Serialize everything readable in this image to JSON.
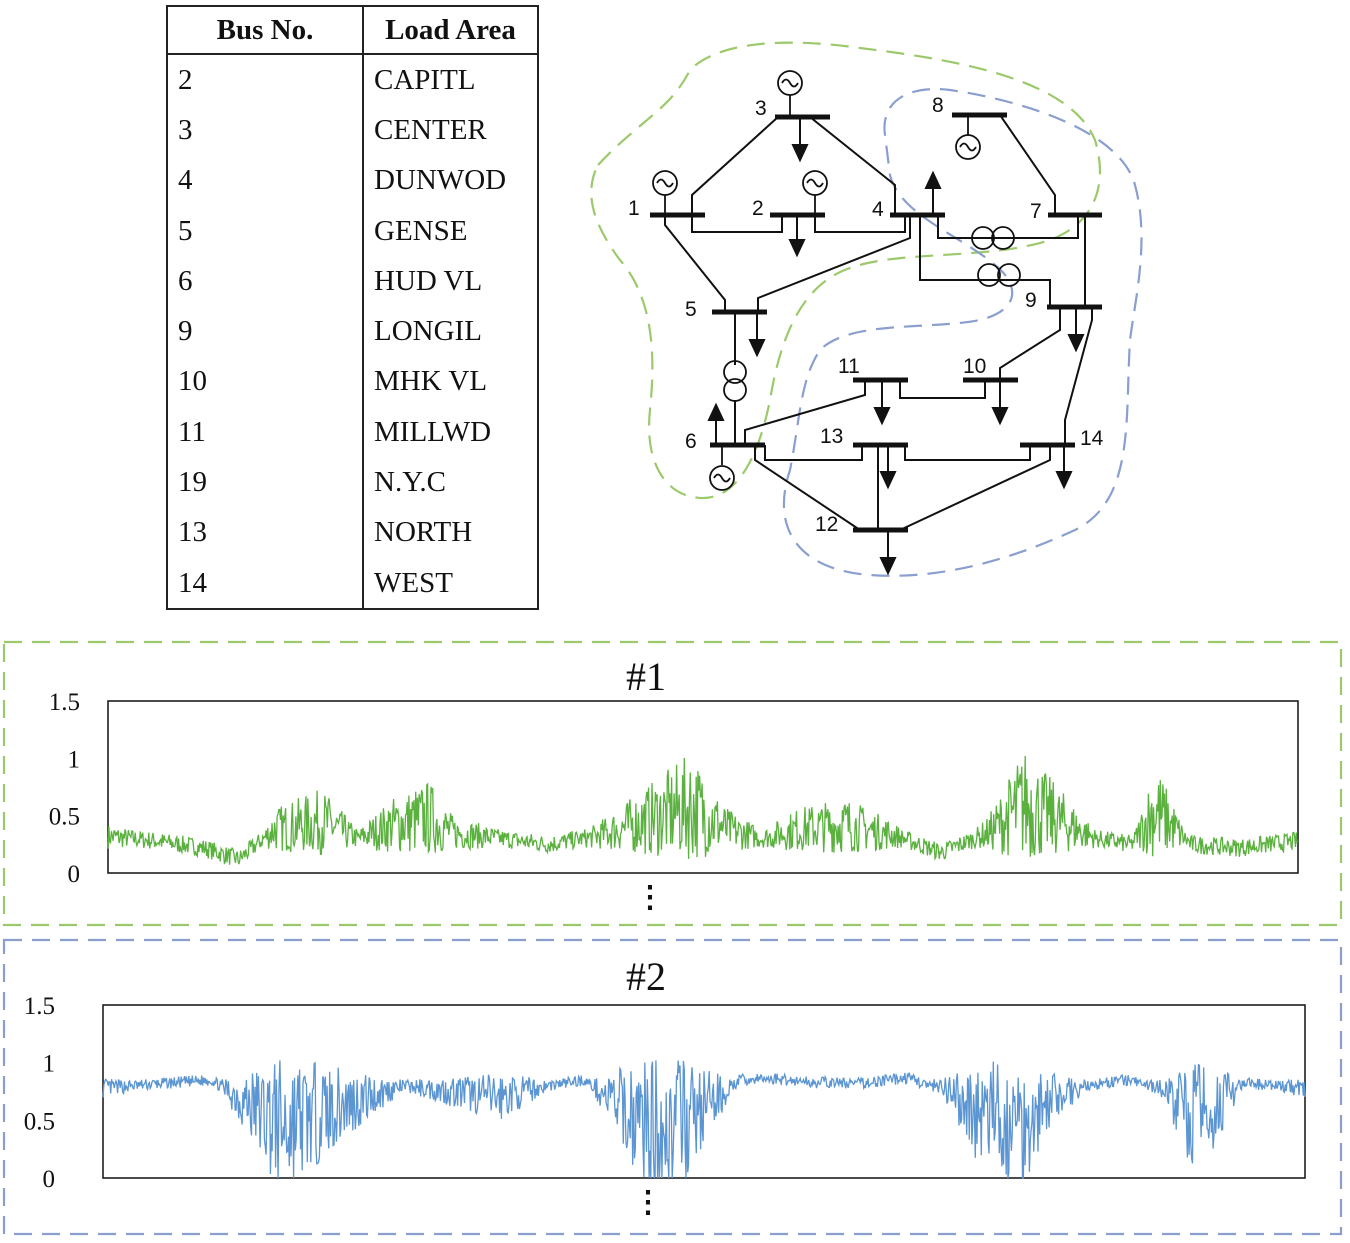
{
  "table": {
    "headers": [
      "Bus No.",
      "Load Area"
    ],
    "rows": [
      [
        "2",
        "CAPITL"
      ],
      [
        "3",
        "CENTER"
      ],
      [
        "4",
        "DUNWOD"
      ],
      [
        "5",
        "GENSE"
      ],
      [
        "6",
        "HUD VL"
      ],
      [
        "9",
        "LONGIL"
      ],
      [
        "10",
        "MHK VL"
      ],
      [
        "11",
        "MILLWD"
      ],
      [
        "19",
        "N.Y.C"
      ],
      [
        "13",
        "NORTH"
      ],
      [
        "14",
        "WEST"
      ]
    ]
  },
  "diagram": {
    "bus_labels": [
      "1",
      "2",
      "3",
      "4",
      "5",
      "6",
      "7",
      "8",
      "9",
      "10",
      "11",
      "12",
      "13",
      "14"
    ],
    "region_colors": {
      "area1": "#9cc96b",
      "area2": "#8a9fcf"
    }
  },
  "panels": [
    {
      "title": "#1",
      "ellipsis": "⋮",
      "border_color": "#9cc96b"
    },
    {
      "title": "#2",
      "ellipsis": "⋮",
      "border_color": "#8a9fcf"
    }
  ],
  "chart_data": [
    {
      "type": "line",
      "title": "#1",
      "yticks": [
        "0",
        "0.5",
        "1",
        "1.5"
      ],
      "ylim": [
        0,
        1.5
      ],
      "xlim": [
        0,
        1
      ],
      "color": "#5ab13e",
      "series": [
        {
          "x": [
            0.0,
            0.04,
            0.08,
            0.11,
            0.14,
            0.18,
            0.21,
            0.24,
            0.27,
            0.29,
            0.33,
            0.37,
            0.41,
            0.45,
            0.49,
            0.52,
            0.55,
            0.58,
            0.62,
            0.66,
            0.7,
            0.74,
            0.77,
            0.8,
            0.83,
            0.86,
            0.88,
            0.91,
            0.95,
            1.0
          ],
          "y": [
            0.32,
            0.28,
            0.22,
            0.12,
            0.38,
            0.45,
            0.3,
            0.42,
            0.48,
            0.35,
            0.3,
            0.25,
            0.32,
            0.45,
            0.58,
            0.38,
            0.3,
            0.38,
            0.42,
            0.33,
            0.18,
            0.35,
            0.6,
            0.45,
            0.3,
            0.25,
            0.55,
            0.25,
            0.22,
            0.28
          ]
        }
      ]
    },
    {
      "type": "line",
      "title": "#2",
      "yticks": [
        "0",
        "0.5",
        "1",
        "1.5"
      ],
      "ylim": [
        0,
        1.5
      ],
      "xlim": [
        0,
        1
      ],
      "color": "#5b95d2",
      "series": [
        {
          "x": [
            0.0,
            0.05,
            0.09,
            0.12,
            0.15,
            0.19,
            0.22,
            0.25,
            0.29,
            0.33,
            0.37,
            0.4,
            0.44,
            0.47,
            0.5,
            0.53,
            0.56,
            0.59,
            0.63,
            0.67,
            0.7,
            0.73,
            0.76,
            0.79,
            0.82,
            0.85,
            0.88,
            0.91,
            0.95,
            1.0
          ],
          "y": [
            0.78,
            0.82,
            0.85,
            0.65,
            0.45,
            0.6,
            0.7,
            0.8,
            0.75,
            0.7,
            0.8,
            0.85,
            0.55,
            0.42,
            0.6,
            0.85,
            0.86,
            0.83,
            0.82,
            0.87,
            0.75,
            0.55,
            0.42,
            0.7,
            0.8,
            0.85,
            0.78,
            0.5,
            0.82,
            0.78
          ]
        }
      ]
    }
  ]
}
